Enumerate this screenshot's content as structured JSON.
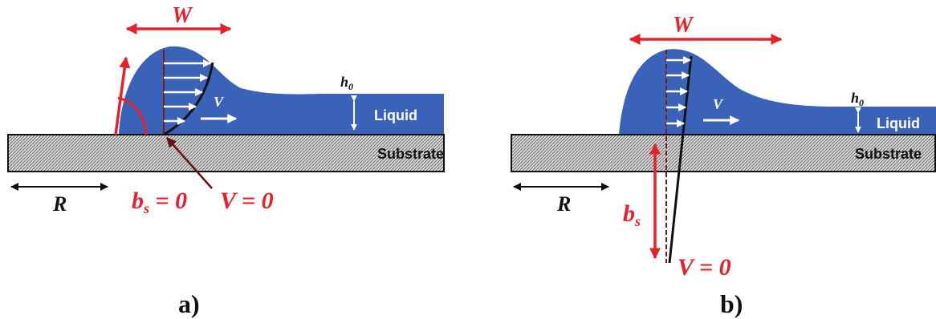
{
  "colors": {
    "liquid": "#3a62b8",
    "accent": "#e8202a",
    "substrate": "#c8c8c8",
    "profile": "#111111",
    "dashed": "#7a1a1a",
    "arrow": "#ffffff"
  },
  "panel_a": {
    "width_label": "W",
    "height_label": "h",
    "height_sub": "0",
    "velocity_label": "V",
    "liquid_label": "Liquid",
    "substrate_label": "Substrate",
    "radius_label": "R",
    "slip_label_b": "b",
    "slip_label_s": "s",
    "slip_label_rest": " = 0",
    "v_zero_label": "V = 0",
    "caption": "a)"
  },
  "panel_b": {
    "width_label": "W",
    "height_label": "h",
    "height_sub": "0",
    "velocity_label": "V",
    "liquid_label": "Liquid",
    "substrate_label": "Substrate",
    "radius_label": "R",
    "slip_label_b": "b",
    "slip_label_s": "s",
    "v_zero_label": "V = 0",
    "caption": "b)"
  }
}
